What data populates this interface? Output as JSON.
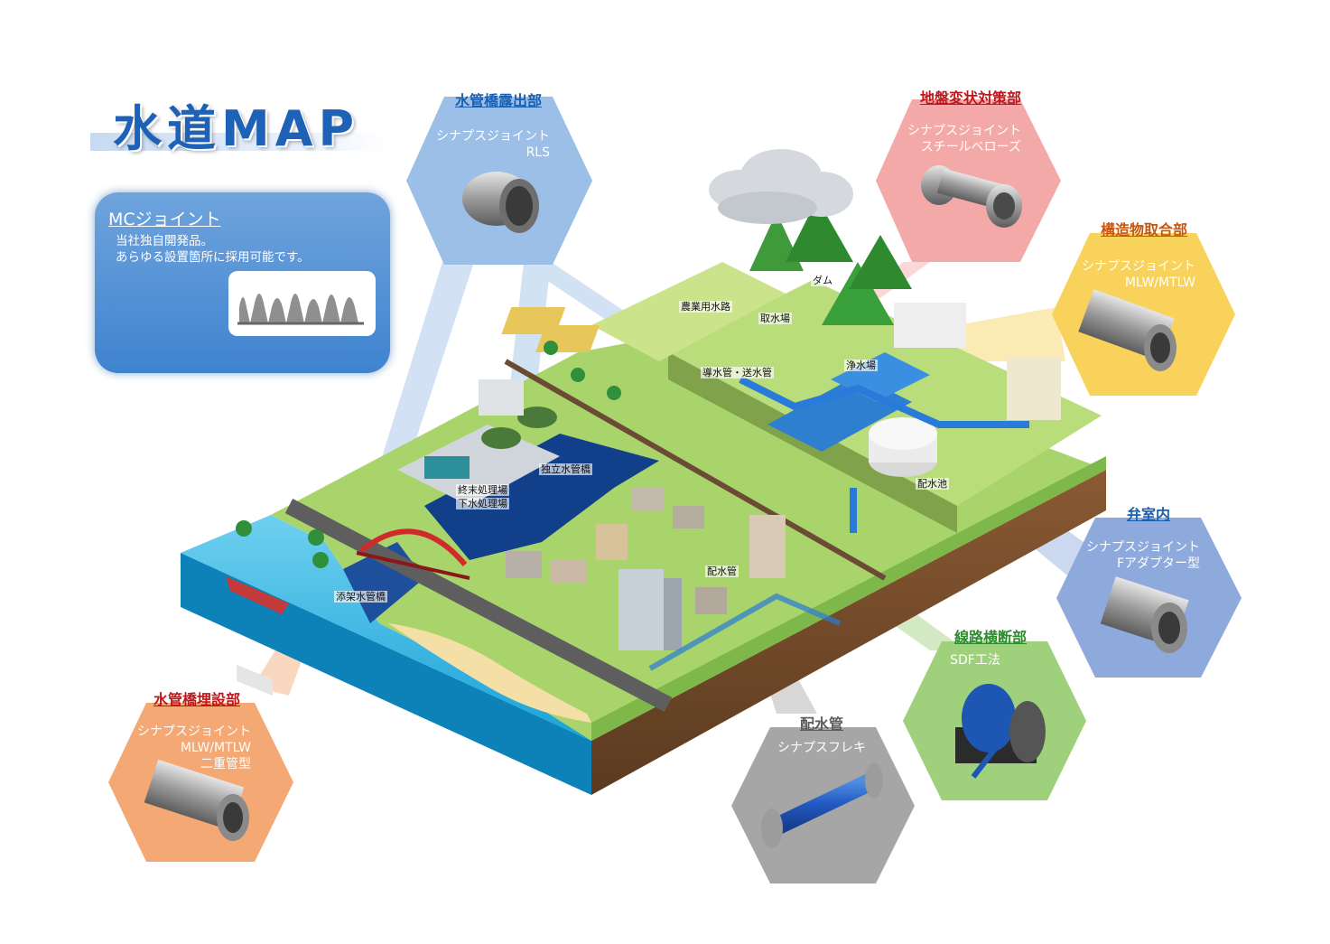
{
  "title": "水道MAP",
  "mc_joint": {
    "title": "MCジョイント",
    "description_line1": "当社独自開発品。",
    "description_line2": "あらゆる設置箇所に採用可能です。"
  },
  "categories": [
    {
      "id": "bridge_exposed",
      "title": "水管橋露出部",
      "line1": "シナプスジョイント",
      "line2": "RLS",
      "line3": "",
      "color": "#9bbfe6",
      "icon": "rls-joint-icon"
    },
    {
      "id": "ground_change",
      "title": "地盤変状対策部",
      "line1": "シナプスジョイント",
      "line2": "スチールベローズ",
      "line3": "",
      "color": "#f3a9a7",
      "icon": "steel-bellows-icon"
    },
    {
      "id": "structure_joint",
      "title": "構造物取合部",
      "line1": "シナプスジョイント",
      "line2": "MLW/MTLW",
      "line3": "",
      "color": "#f8d25b",
      "icon": "mlw-joint-icon"
    },
    {
      "id": "valve_room",
      "title": "弁室内",
      "line1": "シナプスジョイント",
      "line2": "Fアダプター型",
      "line3": "",
      "color": "#8ea9dc",
      "icon": "f-adapter-icon"
    },
    {
      "id": "rail_crossing",
      "title": "線路横断部",
      "line1": "SDF工法",
      "line2": "",
      "line3": "",
      "color": "#9fd07c",
      "icon": "hose-reel-icon"
    },
    {
      "id": "distribution_pipe",
      "title": "配水管",
      "line1": "シナプスフレキ",
      "line2": "",
      "line3": "",
      "color": "#a6a6a6",
      "icon": "flexible-pipe-icon"
    },
    {
      "id": "bridge_buried",
      "title": "水管橋埋設部",
      "line1": "シナプスジョイント",
      "line2": "MLW/MTLW",
      "line3": "二重管型",
      "color": "#f4a874",
      "icon": "double-pipe-joint-icon"
    }
  ],
  "places": {
    "dam": "ダム",
    "farm_canal": "農業用水路",
    "intake": "取水場",
    "conduit": "導水管・送水管",
    "purification": "浄水場",
    "independent_bridge": "独立水管橋",
    "terminal_plant": "終末処理場",
    "sewage_plant": "下水処理場",
    "attached_bridge": "添架水管橋",
    "distribution_pipe": "配水管",
    "reservoir": "配水池"
  }
}
